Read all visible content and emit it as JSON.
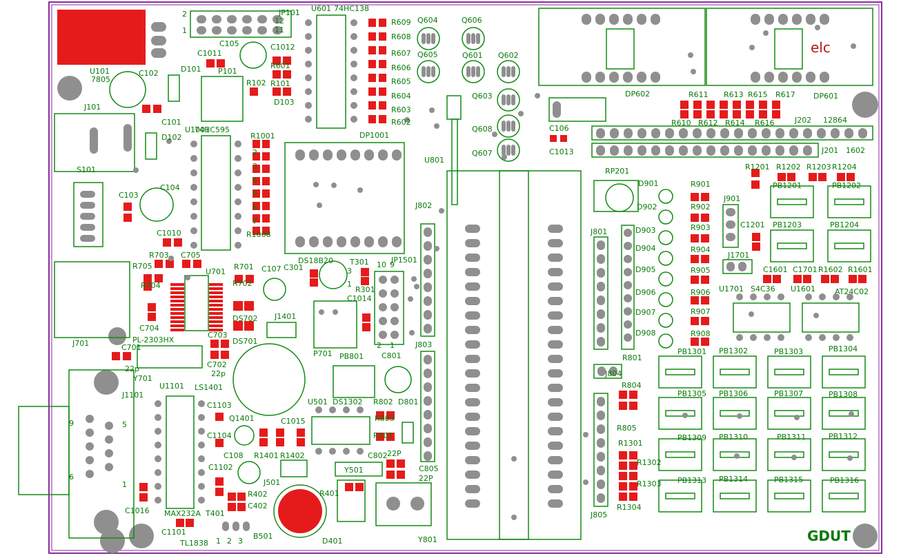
{
  "colors": {
    "outline": "#138a13",
    "pad": "#e51b1b",
    "hole": "#8f8f8f",
    "border": "#8a2d9c",
    "text": "#0a7a0a"
  },
  "pcb": {
    "brand": "GDUT",
    "mark": "elc",
    "labels": [
      "JP101",
      "2",
      "12",
      "1",
      "11",
      "U601",
      "74HC138",
      "R609",
      "R608",
      "R607",
      "R606",
      "R605",
      "R604",
      "R603",
      "R602",
      "Q604",
      "Q606",
      "Q605",
      "Q601",
      "Q602",
      "Q603",
      "Q608",
      "Q607",
      "C105",
      "C1011",
      "C1012",
      "R601",
      "P101",
      "R102",
      "R101",
      "D103",
      "U101",
      "7805",
      "C102",
      "D101",
      "C101",
      "D102",
      "J101",
      "U1001",
      "74HC595",
      "R1001",
      "2",
      "3",
      "4",
      "5",
      "6",
      "7",
      "R1008",
      "DP1001",
      "U801",
      "DP602",
      "DP601",
      "R611",
      "R613",
      "R615",
      "R617",
      "R610",
      "R612",
      "R614",
      "R616",
      "J202",
      "12864",
      "J201",
      "1602",
      "C106",
      "C1013",
      "S101",
      "C103",
      "C104",
      "C1010",
      "R703",
      "C705",
      "R705",
      "R704",
      "U701",
      "R701",
      "R702",
      "C107",
      "C301",
      "DS18B20",
      "T301",
      "3",
      "1",
      "R301",
      "C1014",
      "JP1501",
      "10",
      "9",
      "2",
      "1",
      "J1401",
      "DS702",
      "DS701",
      "PL-2303HX",
      "C704",
      "C703",
      "C702",
      "22p",
      "C701",
      "22p",
      "J701",
      "P701",
      "PB801",
      "C801",
      "Y701",
      "J1101",
      "U1101",
      "LS1401",
      "C1103",
      "Q1401",
      "C1015",
      "U501",
      "DS1302",
      "R802",
      "D801",
      "R803",
      "R501",
      "C1104",
      "C108",
      "R1401",
      "R1402",
      "C802",
      "22P",
      "C1102",
      "J501",
      "Y501",
      "C805",
      "22P",
      "R402",
      "C402",
      "R401",
      "T401",
      "C1101",
      "TL1838",
      "1",
      "2",
      "3",
      "B501",
      "D401",
      "Y801",
      "MAX232A",
      "C1016",
      "5",
      "9",
      "6",
      "1",
      "J802",
      "J803",
      "J801",
      "R801",
      "J804",
      "R804",
      "R805",
      "RP201",
      "D901",
      "D902",
      "D903",
      "D904",
      "D905",
      "D906",
      "D907",
      "D908",
      "R901",
      "R902",
      "R903",
      "R904",
      "R905",
      "R906",
      "R907",
      "R908",
      "J901",
      "J1701",
      "C1201",
      "R1201",
      "R1202",
      "R1203",
      "R1204",
      "PB1201",
      "PB1202",
      "PB1203",
      "PB1204",
      "C1601",
      "C1701",
      "R1602",
      "R1601",
      "U1701",
      "S4C36",
      "U1601",
      "AT24C02",
      "PB1301",
      "PB1302",
      "PB1303",
      "PB1304",
      "PB1305",
      "PB1306",
      "PB1307",
      "PB1308",
      "PB1309",
      "PB1310",
      "PB1311",
      "PB1312",
      "PB1313",
      "PB1314",
      "PB1315",
      "PB1316",
      "R1301",
      "R1302",
      "R1303",
      "R1304",
      "J805"
    ]
  }
}
